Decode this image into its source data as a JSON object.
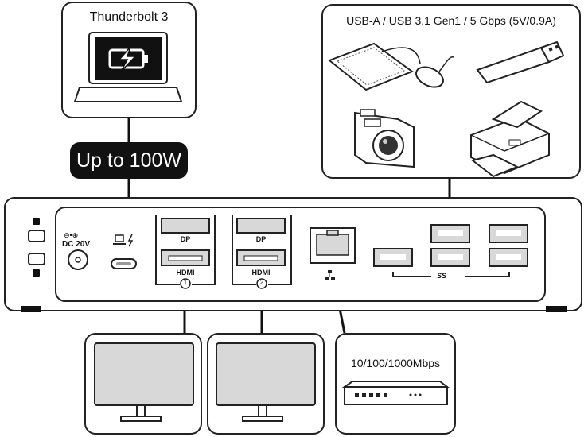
{
  "laptop": {
    "label": "Thunderbolt 3"
  },
  "power": {
    "label": "Up to 100W"
  },
  "usb": {
    "label": "USB-A / USB 3.1 Gen1 / 5 Gbps (5V/0.9A)"
  },
  "network": {
    "label": "10/100/1000Mbps"
  },
  "dock": {
    "dc_label": "DC 20V",
    "dp1": "DP",
    "hdmi1": "HDMI",
    "num1": "1",
    "dp2": "DP",
    "hdmi2": "HDMI",
    "num2": "2",
    "ss_label": "SS"
  },
  "colors": {
    "outline": "#222222",
    "port_fill": "#d8d8d8",
    "badge_bg": "#111111"
  },
  "icons": [
    "laptop-battery-icon",
    "keyboard-icon",
    "mouse-icon",
    "usb-stick-icon",
    "camera-icon",
    "printer-icon",
    "monitor-icon",
    "network-switch-icon",
    "lock-icon",
    "ethernet-icon",
    "usb-ss-icon"
  ]
}
